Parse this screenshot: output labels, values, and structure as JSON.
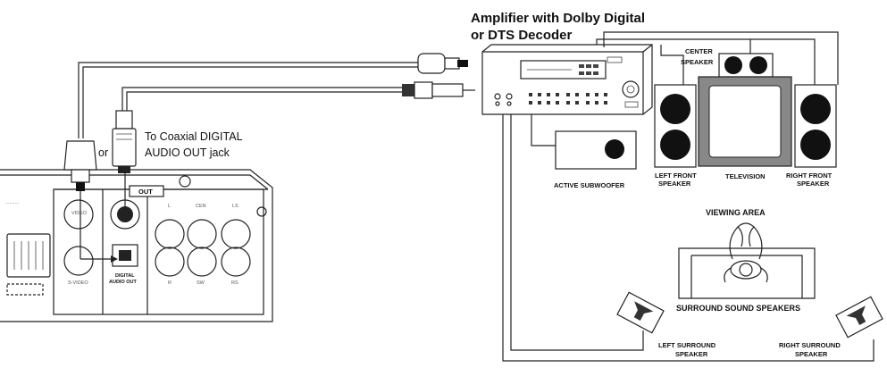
{
  "title_line1": "Amplifier with Dolby Digital",
  "title_line2": "or DTS Decoder",
  "coax_line1": "To Coaxial DIGITAL",
  "coax_line2": "AUDIO OUT jack",
  "or_label": "or",
  "out_label": "OUT",
  "digital_audio_out_line1": "DIGITAL",
  "digital_audio_out_line2": "AUDIO OUT",
  "center_speaker_line1": "CENTER",
  "center_speaker_line2": "SPEAKER",
  "active_subwoofer": "ACTIVE SUBWOOFER",
  "left_front_line1": "LEFT FRONT",
  "left_front_line2": "SPEAKER",
  "television": "TELEVISION",
  "right_front_line1": "RIGHT FRONT",
  "right_front_line2": "SPEAKER",
  "viewing_area": "VIEWING AREA",
  "surround_sound_speakers": "SURROUND SOUND SPEAKERS",
  "left_surround_line1": "LEFT SURROUND",
  "left_surround_line2": "SPEAKER",
  "right_surround_line1": "RIGHT SURROUND",
  "right_surround_line2": "SPEAKER",
  "jack_labels": {
    "video": "VIDEO",
    "l": "L",
    "cen": "CEN",
    "ls": "LS",
    "s_video": "S-VIDEO",
    "r": "R",
    "sw": "SW",
    "rs": "RS"
  }
}
